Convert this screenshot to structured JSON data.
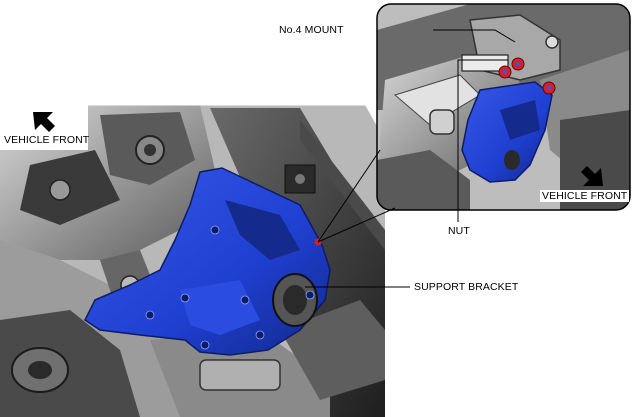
{
  "labels": {
    "mount": "No.4 MOUNT",
    "nut": "NUT",
    "bracket": "SUPPORT BRACKET",
    "front_main": "VEHICLE FRONT",
    "front_inset": "VEHICLE FRONT"
  },
  "colors": {
    "bracket": "#1f3fd0",
    "bracket_dark": "#142a8c",
    "nut": "#d4202a",
    "engine_light": "#c8c8c8",
    "engine_mid": "#8a8a8a",
    "engine_dark": "#333333"
  },
  "icons": {
    "front_arrow_main": "arrow-up-left-icon",
    "front_arrow_inset": "arrow-down-right-icon"
  }
}
